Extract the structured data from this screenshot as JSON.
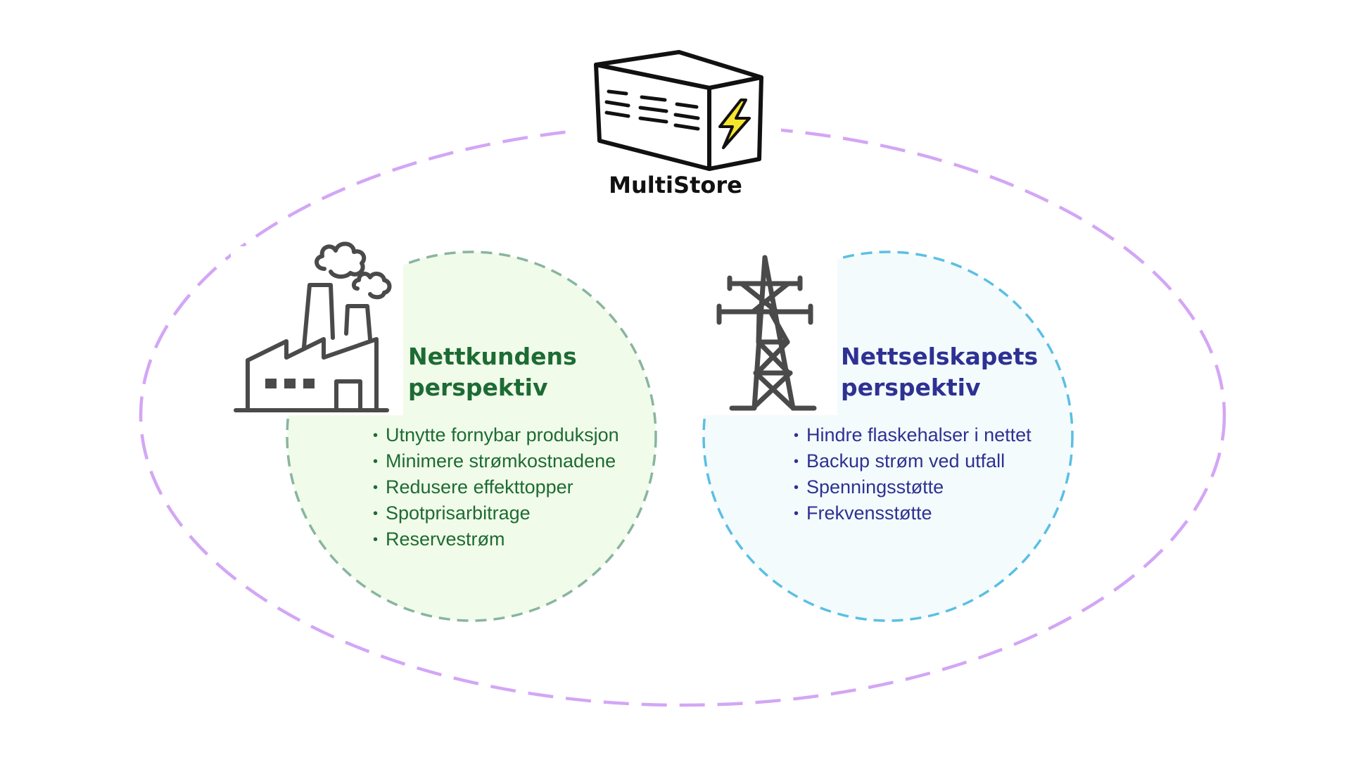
{
  "title": "MultiStore",
  "colors": {
    "outer_dash": "#d3a6f5",
    "green_dash": "#88b59f",
    "green_fill": "#f1fbe9",
    "blue_dash": "#5bbfe3",
    "blue_fill": "#f3fbfd",
    "green_text": "#1d6b34",
    "blue_text": "#2e3192",
    "bolt": "#f5e62c"
  },
  "icons": {
    "battery": "battery-container-icon",
    "bolt": "lightning-bolt-icon",
    "factory": "factory-icon",
    "pylon": "power-pylon-icon"
  },
  "customer": {
    "heading_line1": "Nettkundens",
    "heading_line2": "perspektiv",
    "items": [
      "Utnytte fornybar produksjon",
      "Minimere strømkostnadene",
      "Redusere effekttopper",
      "Spotprisarbitrage",
      "Reservestrøm"
    ]
  },
  "grid": {
    "heading_line1": "Nettselskapets",
    "heading_line2": "perspektiv",
    "items": [
      "Hindre flaskehalser i nettet",
      "Backup strøm ved utfall",
      "Spenningsstøtte",
      "Frekvensstøtte"
    ]
  }
}
